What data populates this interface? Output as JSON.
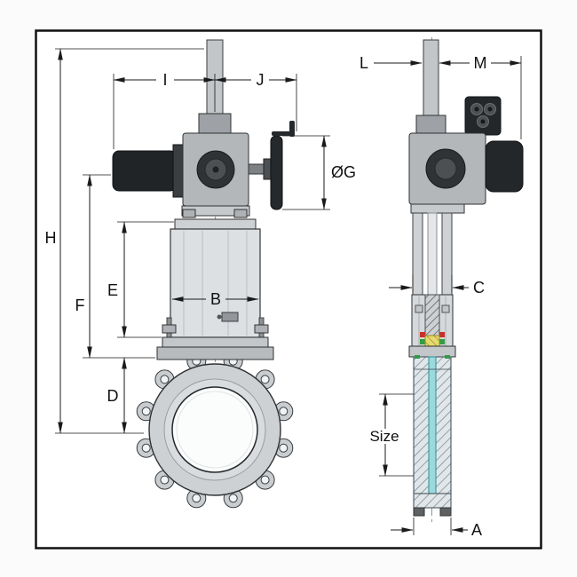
{
  "dims": {
    "H": "H",
    "F": "F",
    "E": "E",
    "D": "D",
    "I": "I",
    "J": "J",
    "B": "B",
    "G": "ØG",
    "L": "L",
    "M": "M",
    "C": "C",
    "size": "Size",
    "A": "A"
  },
  "colors": {
    "line": "#1a1a1a",
    "metal_light": "#d6dadc",
    "metal_mid": "#b3b7ba",
    "metal_dark": "#24272a",
    "gate_cyan": "#9adadc",
    "seal_red": "#c9302c",
    "seal_green": "#2f9e44",
    "packing_yellow": "#e6da6e"
  }
}
